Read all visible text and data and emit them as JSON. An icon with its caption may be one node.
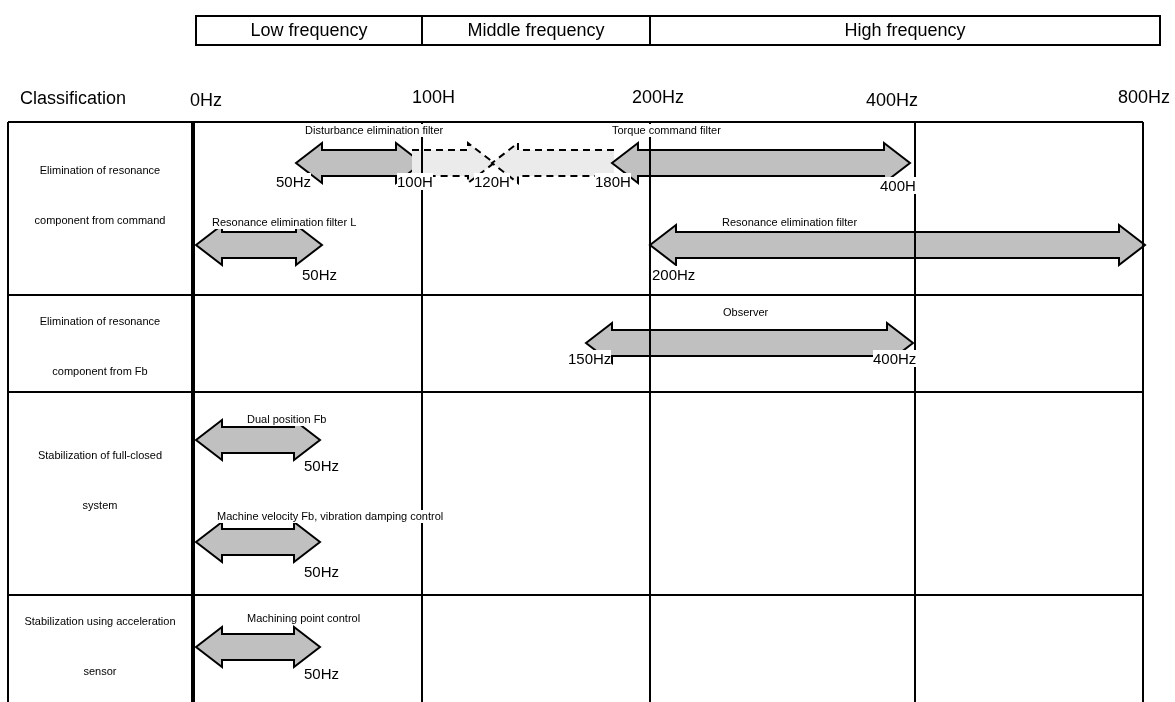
{
  "diagram": {
    "nodes": [
      {
        "text": [
          "Low frequency"
        ]
      },
      {
        "text": [
          "Middle frequency"
        ]
      },
      {
        "text": [
          "High frequency"
        ]
      },
      {
        "text": [
          "Disturbance elimination filter"
        ],
        "beside": [
          "50Hz",
          "100H"
        ]
      },
      {
        "text": [],
        "shape": "arrow",
        "beside": [
          "120H"
        ]
      },
      {
        "text": [],
        "shape": "arrow",
        "beside": [
          "180H"
        ]
      },
      {
        "text": [
          "Torque command filter"
        ],
        "beside": [
          "400H"
        ]
      },
      {
        "text": [
          "Resonance elimination filter L"
        ],
        "beside": [
          "50Hz"
        ]
      },
      {
        "text": [
          "Resonance elimination filter"
        ],
        "beside": [
          "200Hz"
        ]
      },
      {
        "text": [
          "Observer"
        ],
        "beside": [
          "150Hz",
          "400Hz"
        ]
      },
      {
        "text": [
          "Dual position Fb"
        ],
        "beside": [
          "50Hz"
        ]
      },
      {
        "text": [
          "Machine velocity Fb, vibration damping control"
        ],
        "beside": [
          "50Hz"
        ]
      },
      {
        "text": [
          "Machining point control"
        ],
        "beside": [
          "50Hz"
        ]
      }
    ],
    "labels": [
      "Classification",
      "0Hz",
      "100H",
      "200Hz",
      "400Hz",
      "800Hz",
      "Elimination of resonance component from command",
      "Elimination of resonance component from Fb",
      "Stabilization of full-closed system",
      "Stabilization using acceleration sensor"
    ]
  }
}
